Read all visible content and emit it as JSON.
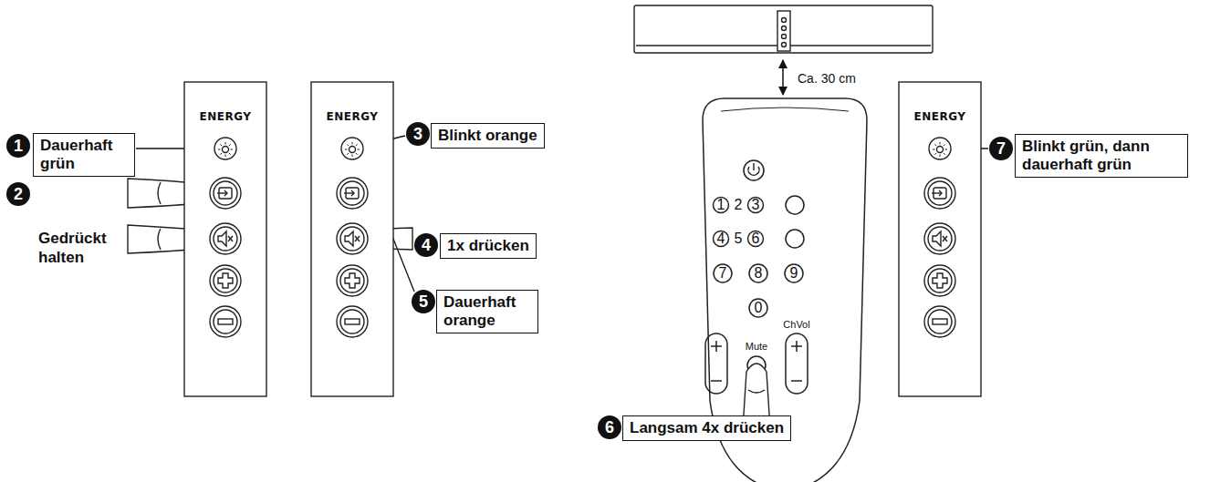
{
  "diagram": {
    "nodes": [
      {
        "text": [
          "Dauerhaft grün"
        ]
      },
      {
        "text": [
          "Blinkt orange"
        ]
      },
      {
        "text": [
          "1x drücken"
        ]
      },
      {
        "text": [
          "Dauerhaft orange"
        ]
      },
      {
        "text": [
          "Langsam 4x drücken"
        ]
      },
      {
        "text": [
          "Blinkt grün, dann dauerhaft grün"
        ]
      }
    ],
    "labels": [
      "1",
      "2",
      "Gedrückt halten",
      "3",
      "4",
      "5",
      "6",
      "7",
      "ENERGY",
      "ENERGY",
      "ENERGY",
      "Ca. 30 cm",
      "1",
      "2",
      "3",
      "4",
      "5",
      "6",
      "7",
      "8",
      "9",
      "0",
      "Mute",
      "ChVol"
    ]
  }
}
